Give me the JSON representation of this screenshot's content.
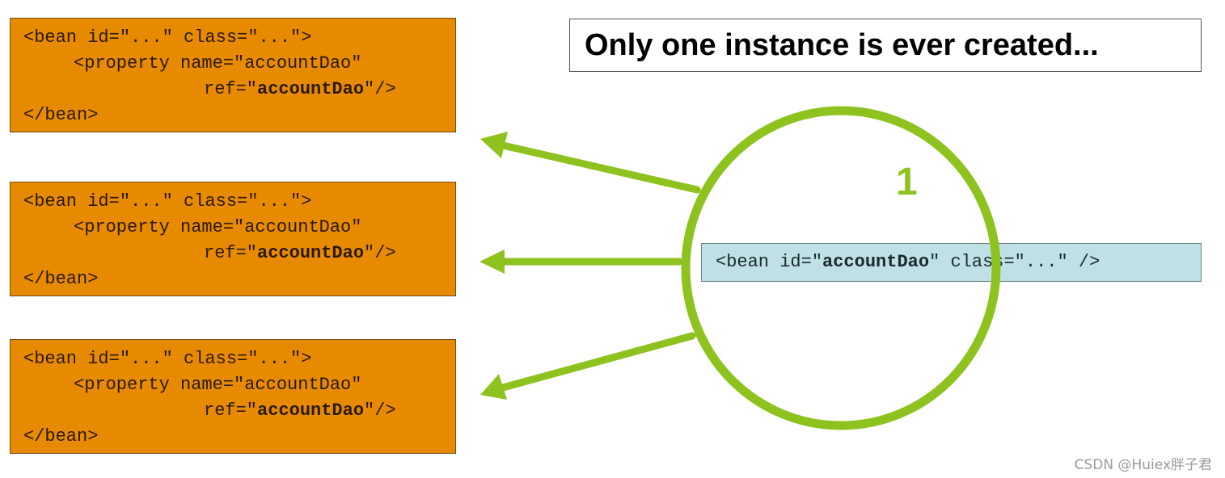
{
  "title": "Only one instance is ever created...",
  "instance_count": "1",
  "bean_refs": [
    {
      "line1": "<bean id=\"...\" class=\"...\">",
      "line2": "<property name=\"accountDao\"",
      "line3_prefix": "ref=\"",
      "line3_bold": "accountDao",
      "line3_suffix": "\"/>",
      "line4": "</bean>"
    },
    {
      "line1": "<bean id=\"...\" class=\"...\">",
      "line2": "<property name=\"accountDao\"",
      "line3_prefix": "ref=\"",
      "line3_bold": "accountDao",
      "line3_suffix": "\"/>",
      "line4": "</bean>"
    },
    {
      "line1": "<bean id=\"...\" class=\"...\">",
      "line2": "<property name=\"accountDao\"",
      "line3_prefix": "ref=\"",
      "line3_bold": "accountDao",
      "line3_suffix": "\"/>",
      "line4": "</bean>"
    }
  ],
  "singleton_bean": {
    "prefix": "<bean id=\"",
    "bold": "accountDao",
    "suffix": "\" class=\"...\" />"
  },
  "watermark": "CSDN @Huiex胖子君",
  "colors": {
    "bean_box_fill": "#e88a00",
    "singleton_box_fill": "#bfe0e5",
    "arrow_green": "#8dc21f"
  }
}
